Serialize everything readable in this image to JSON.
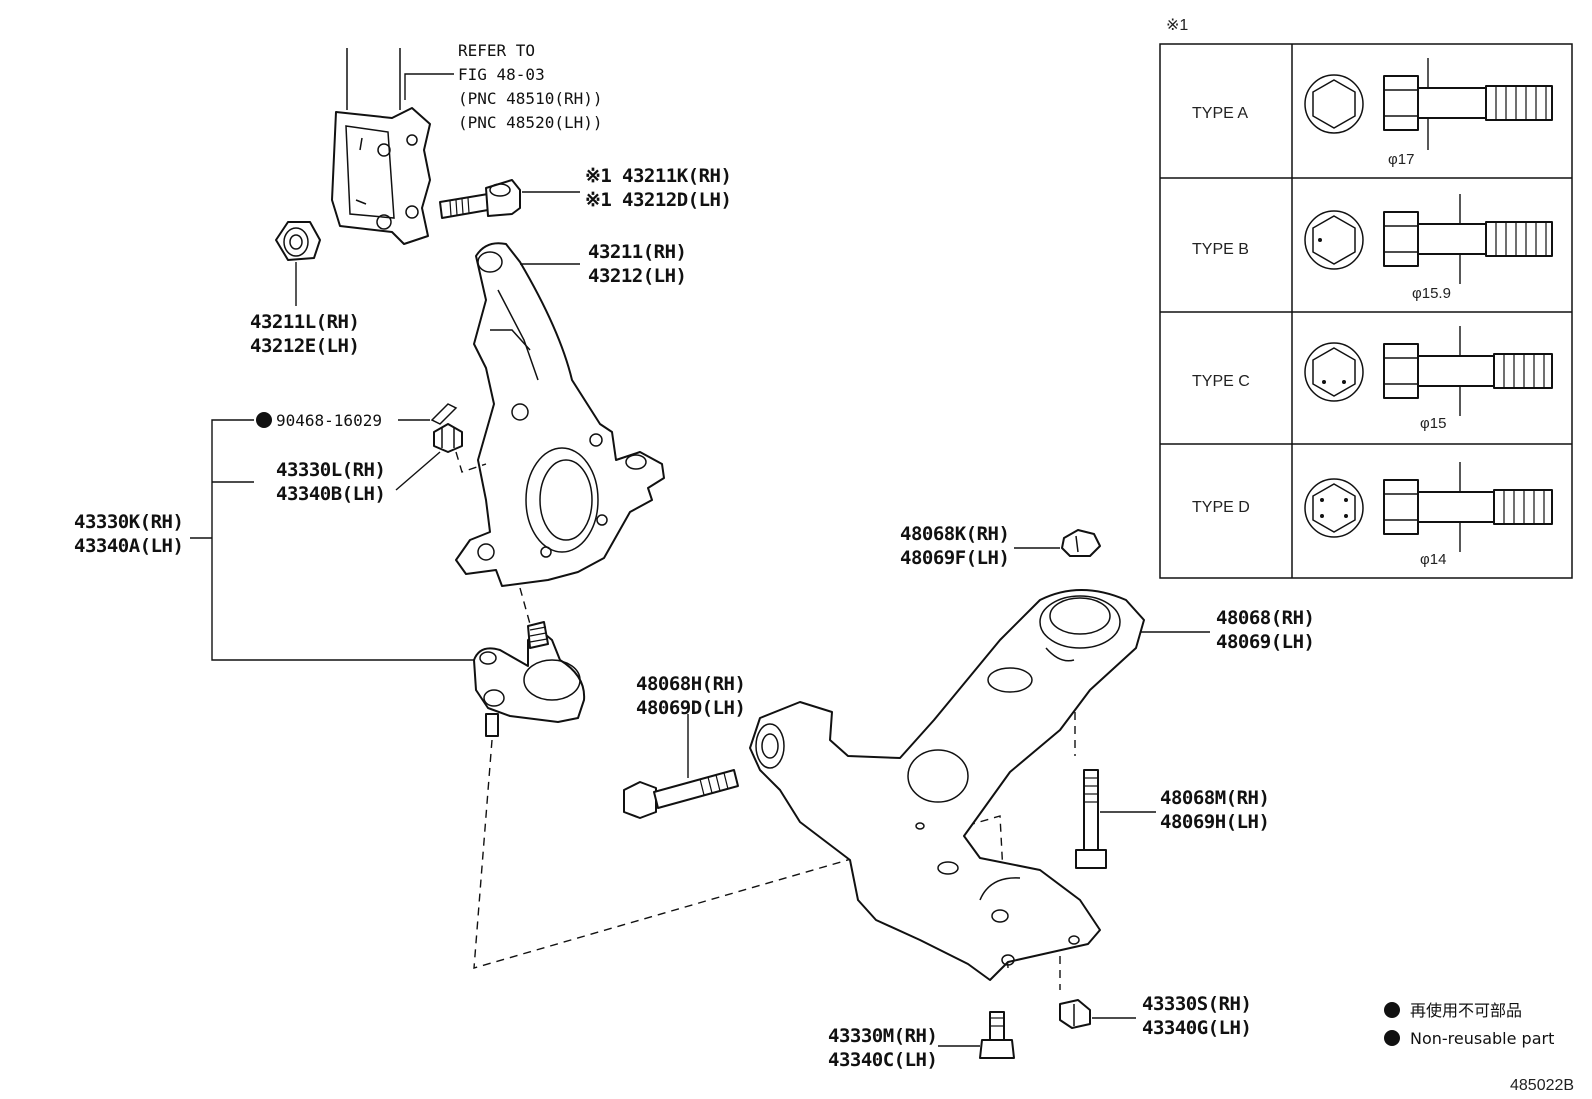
{
  "refer_note": [
    "REFER TO",
    "FIG 48-03",
    "(PNC 48510(RH))",
    "(PNC 48520(LH))"
  ],
  "mark_symbol": "※1",
  "labels": {
    "bolt_k_rh": "43211K(RH)",
    "bolt_d_lh": "43212D(LH)",
    "knuckle_rh": "43211(RH)",
    "knuckle_lh": "43212(LH)",
    "nut_l_rh": "43211L(RH)",
    "nut_e_lh": "43212E(LH)",
    "cotter_pin": "90468-16029",
    "ball_nut_rh": "43330L(RH)",
    "ball_nut_lh": "43340B(LH)",
    "ball_joint_rh": "43330K(RH)",
    "ball_joint_lh": "43340A(LH)",
    "arm_nut_rh": "48068K(RH)",
    "arm_nut_lh": "48069F(LH)",
    "arm_rh": "48068(RH)",
    "arm_lh": "48069(LH)",
    "arm_bolt_h_rh": "48068H(RH)",
    "arm_bolt_d_lh": "48069D(LH)",
    "arm_bolt_m_rh": "48068M(RH)",
    "arm_bolt_h_lh": "48069H(LH)",
    "bj_bolt_rh": "43330M(RH)",
    "bj_bolt_lh": "43340C(LH)",
    "bj_nut_rh": "43330S(RH)",
    "bj_nut_lh": "43340G(LH)"
  },
  "types_table": {
    "header": "※1",
    "rows": [
      {
        "type": "TYPE A",
        "dimension": "φ17"
      },
      {
        "type": "TYPE B",
        "dimension": "φ15.9"
      },
      {
        "type": "TYPE C",
        "dimension": "φ15"
      },
      {
        "type": "TYPE D",
        "dimension": "φ14"
      }
    ]
  },
  "legend": {
    "ja": "再使用不可部品",
    "en": "Non-reusable part"
  },
  "figure_id": "485022B"
}
